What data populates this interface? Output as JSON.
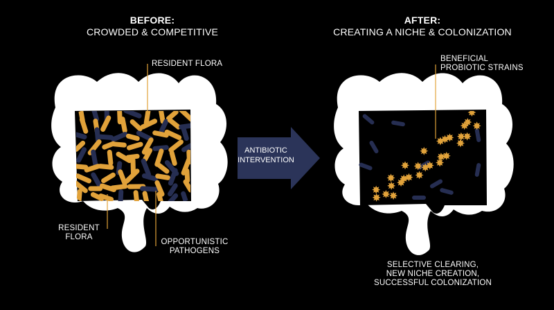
{
  "before": {
    "title": "BEFORE:",
    "subtitle": "CROWDED & COMPETITIVE",
    "label_resident_top": "RESIDENT FLORA",
    "label_resident_bottom_1": "RESIDENT",
    "label_resident_bottom_2": "FLORA",
    "label_pathogens_1": "OPPORTUNISTIC",
    "label_pathogens_2": "PATHOGENS"
  },
  "arrow": {
    "line1": "ANTIBIOTIC",
    "line2": "INTERVENTION"
  },
  "after": {
    "title": "AFTER:",
    "subtitle": "CREATING A NICHE & COLONIZATION",
    "label_probiotic_1": "BENEFICIAL",
    "label_probiotic_2": "PROBIOTIC STRAINS",
    "caption_1": "SELECTIVE CLEARING,",
    "caption_2": "NEW NICHE CREATION,",
    "caption_3": "SUCCESSFUL COLONIZATION"
  },
  "colors": {
    "background": "#000000",
    "intestine": "#ffffff",
    "resident_flora": "#e1a23a",
    "pathogens": "#262e52",
    "arrow": "#2b3459",
    "leader_line": "#e1a23a"
  }
}
